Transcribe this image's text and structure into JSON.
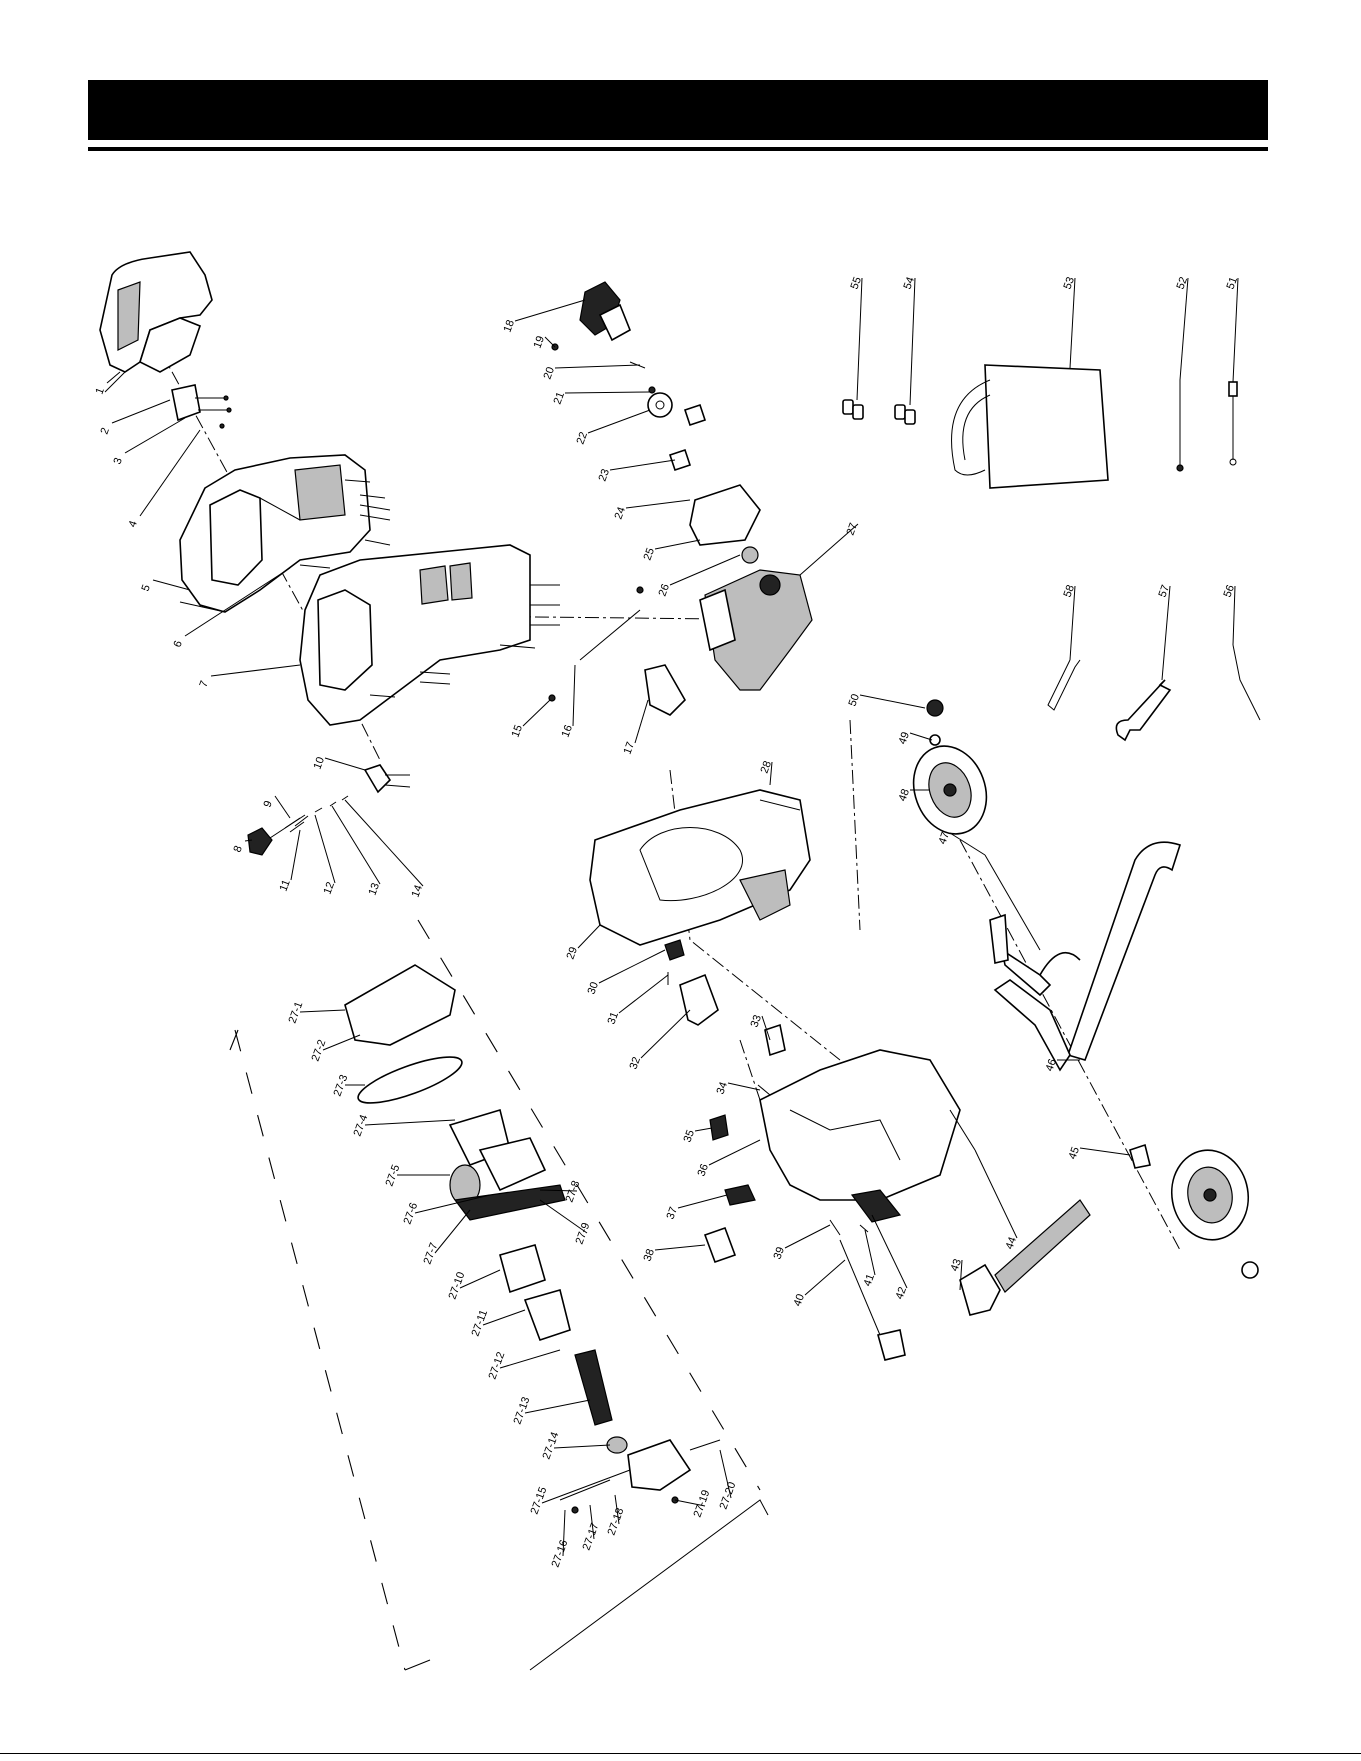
{
  "header": {
    "title": ""
  },
  "parts": [
    {
      "id": "1",
      "label": "1"
    },
    {
      "id": "2",
      "label": "2"
    },
    {
      "id": "3",
      "label": "3"
    },
    {
      "id": "4",
      "label": "4"
    },
    {
      "id": "5",
      "label": "5"
    },
    {
      "id": "6",
      "label": "6"
    },
    {
      "id": "7",
      "label": "7"
    },
    {
      "id": "8",
      "label": "8"
    },
    {
      "id": "9",
      "label": "9"
    },
    {
      "id": "10",
      "label": "10"
    },
    {
      "id": "11",
      "label": "11"
    },
    {
      "id": "12",
      "label": "12"
    },
    {
      "id": "13",
      "label": "13"
    },
    {
      "id": "14",
      "label": "14"
    },
    {
      "id": "15",
      "label": "15"
    },
    {
      "id": "16",
      "label": "16"
    },
    {
      "id": "17",
      "label": "17"
    },
    {
      "id": "18",
      "label": "18"
    },
    {
      "id": "19",
      "label": "19"
    },
    {
      "id": "20",
      "label": "20"
    },
    {
      "id": "21",
      "label": "21"
    },
    {
      "id": "22",
      "label": "22"
    },
    {
      "id": "23",
      "label": "23"
    },
    {
      "id": "24",
      "label": "24"
    },
    {
      "id": "25",
      "label": "25"
    },
    {
      "id": "26",
      "label": "26"
    },
    {
      "id": "27",
      "label": "27"
    },
    {
      "id": "28",
      "label": "28"
    },
    {
      "id": "29",
      "label": "29"
    },
    {
      "id": "30",
      "label": "30"
    },
    {
      "id": "31",
      "label": "31"
    },
    {
      "id": "32",
      "label": "32"
    },
    {
      "id": "33",
      "label": "33"
    },
    {
      "id": "34",
      "label": "34"
    },
    {
      "id": "35",
      "label": "35"
    },
    {
      "id": "36",
      "label": "36"
    },
    {
      "id": "37",
      "label": "37"
    },
    {
      "id": "38",
      "label": "38"
    },
    {
      "id": "39",
      "label": "39"
    },
    {
      "id": "40",
      "label": "40"
    },
    {
      "id": "41",
      "label": "41"
    },
    {
      "id": "42",
      "label": "42"
    },
    {
      "id": "43",
      "label": "43"
    },
    {
      "id": "44",
      "label": "44"
    },
    {
      "id": "45",
      "label": "45"
    },
    {
      "id": "46",
      "label": "46"
    },
    {
      "id": "47",
      "label": "47"
    },
    {
      "id": "48",
      "label": "48"
    },
    {
      "id": "49",
      "label": "49"
    },
    {
      "id": "50",
      "label": "50"
    },
    {
      "id": "51",
      "label": "51"
    },
    {
      "id": "52",
      "label": "52"
    },
    {
      "id": "53",
      "label": "53"
    },
    {
      "id": "54",
      "label": "54"
    },
    {
      "id": "55",
      "label": "55"
    },
    {
      "id": "56",
      "label": "56"
    },
    {
      "id": "57",
      "label": "57"
    },
    {
      "id": "58",
      "label": "58"
    },
    {
      "id": "27-1",
      "label": "27-1"
    },
    {
      "id": "27-2",
      "label": "27-2"
    },
    {
      "id": "27-3",
      "label": "27-3"
    },
    {
      "id": "27-4",
      "label": "27-4"
    },
    {
      "id": "27-5",
      "label": "27-5"
    },
    {
      "id": "27-6",
      "label": "27-6"
    },
    {
      "id": "27-7",
      "label": "27-7"
    },
    {
      "id": "27-8",
      "label": "27-8"
    },
    {
      "id": "27-9",
      "label": "27-9"
    },
    {
      "id": "27-10",
      "label": "27-10"
    },
    {
      "id": "27-11",
      "label": "27-11"
    },
    {
      "id": "27-12",
      "label": "27-12"
    },
    {
      "id": "27-13",
      "label": "27-13"
    },
    {
      "id": "27-14",
      "label": "27-14"
    },
    {
      "id": "27-15",
      "label": "27-15"
    },
    {
      "id": "27-16",
      "label": "27-16"
    },
    {
      "id": "27-17",
      "label": "27-17"
    },
    {
      "id": "27-18",
      "label": "27-18"
    },
    {
      "id": "27-19",
      "label": "27-19"
    },
    {
      "id": "27-20",
      "label": "27-20"
    }
  ]
}
